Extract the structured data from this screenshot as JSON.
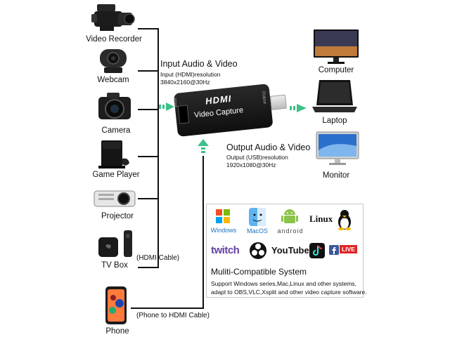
{
  "sources": [
    {
      "label": "Video Recorder"
    },
    {
      "label": "Webcam"
    },
    {
      "label": "Camera"
    },
    {
      "label": "Game Player"
    },
    {
      "label": "Projector"
    },
    {
      "label": "TV Box"
    },
    {
      "label": "Phone"
    }
  ],
  "cables": {
    "hdmi": "(HDMI Cable)",
    "phone": "(Phone to HDMI Cable)"
  },
  "input": {
    "title": "Input Audio & Video",
    "line1": "Input (HDMI)resolution",
    "line2": "3840x2160@30Hz"
  },
  "output": {
    "title": "Output Audio & Video",
    "line1": "Output (USB)resolution",
    "line2": "1920x1080@30Hz"
  },
  "device": {
    "brand": "HDMI",
    "name": "Video Capture",
    "side_left": "Input",
    "side_right": "Output"
  },
  "targets": [
    {
      "label": "Computer"
    },
    {
      "label": "Laptop"
    },
    {
      "label": "Monitor"
    }
  ],
  "os_logos": {
    "windows": "Windows",
    "macos": "MacOS",
    "android": "android",
    "linux": "Linux",
    "twitch": "twitch",
    "youtube": "YouTube",
    "facebook_live": "LIVE"
  },
  "compat": {
    "title": "Muliti-Compatible System",
    "line1": "Support Windows series,Mac,Linux and other systems,",
    "line2": "adapt to OBS,VLC,Xsplit and other video capture software."
  },
  "colors": {
    "arrow": "#3dbf8a",
    "cable": "#111111",
    "device": "#1a1a1a"
  }
}
